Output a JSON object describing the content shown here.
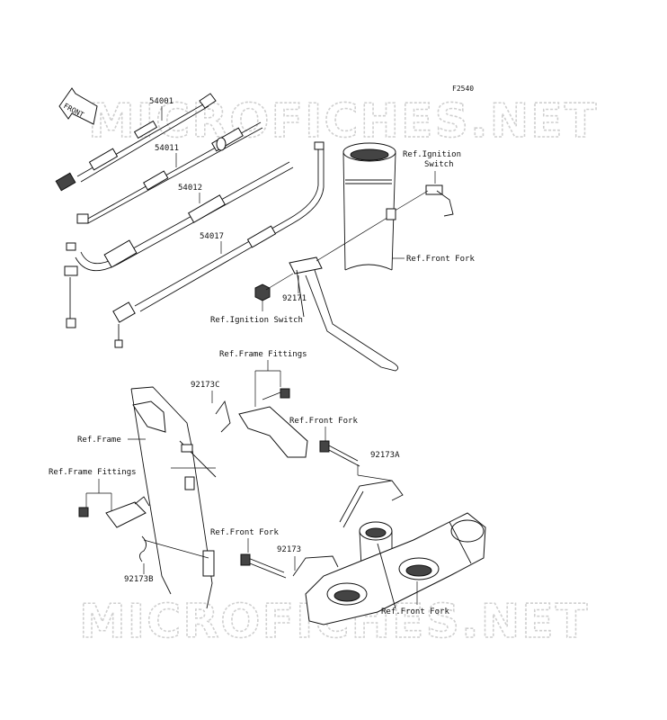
{
  "figure_code": "F2540",
  "watermark_text": "MICROFICHES.NET",
  "front_arrow_text": "FRONT",
  "labels": {
    "p54001": "54001",
    "p54011": "54011",
    "p54012": "54012",
    "p54017": "54017",
    "p92171": "92171",
    "p92173c": "92173C",
    "p92173a": "92173A",
    "p92173b": "92173B",
    "p92173": "92173",
    "ref_ignition_switch_line1": "Ref.Ignition",
    "ref_ignition_switch_line2": "Switch",
    "ref_front_fork_upper": "Ref.Front Fork",
    "ref_ignition_switch_lower": "Ref.Ignition Switch",
    "ref_frame_fittings_upper": "Ref.Frame Fittings",
    "ref_front_fork_mid": "Ref.Front Fork",
    "ref_frame": "Ref.Frame",
    "ref_frame_fittings_left": "Ref.Frame Fittings",
    "ref_front_fork_lower_left": "Ref.Front Fork",
    "ref_front_fork_bottom": "Ref.Front Fork"
  }
}
